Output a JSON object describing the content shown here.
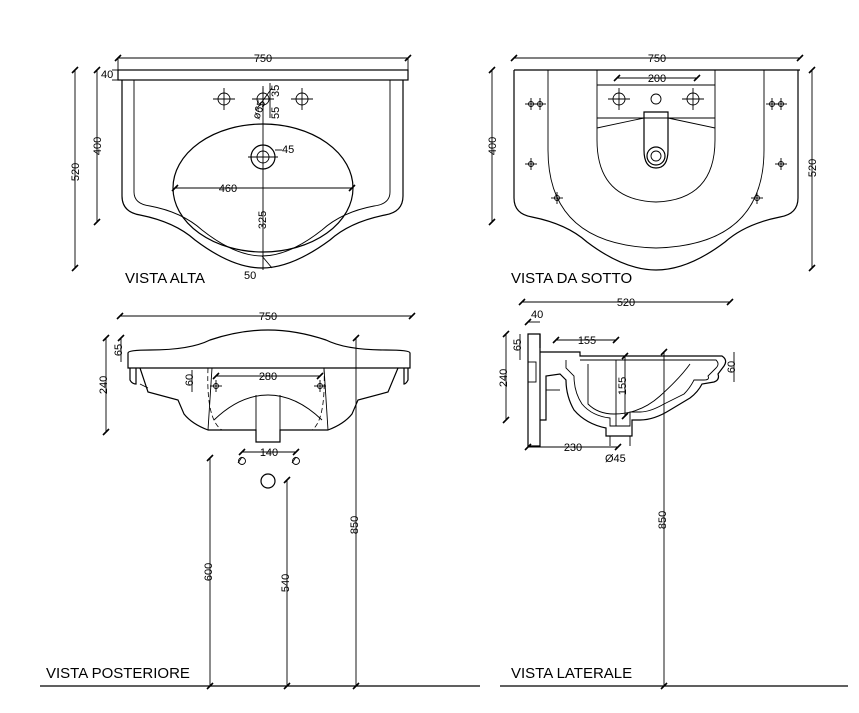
{
  "views": {
    "top": {
      "title": "VISTA ALTA"
    },
    "under": {
      "title": "VISTA DA SOTTO"
    },
    "rear": {
      "title": "VISTA POSTERIORE"
    },
    "side": {
      "title": "VISTA LATERALE"
    }
  },
  "dims": {
    "top_width": "750",
    "top_lip": "40",
    "top_depth_outer": "520",
    "top_depth_inner": "400",
    "top_tap_d": "ø65",
    "top_tap_a": "55",
    "top_tap_b": "35",
    "top_drain": "45",
    "top_bowl_w": "460",
    "top_bowl_d": "325",
    "top_front": "50",
    "under_width": "750",
    "under_inner": "200",
    "under_depth_l": "400",
    "under_depth_r": "520",
    "rear_width": "750",
    "rear_lip": "65",
    "rear_height": "240",
    "rear_hole": "60",
    "rear_fix": "280",
    "rear_pipe": "140",
    "rear_h600": "600",
    "rear_h540": "540",
    "rear_h850": "850",
    "side_depth": "520",
    "side_lip": "40",
    "side_155a": "155",
    "side_65": "65",
    "side_240": "240",
    "side_155b": "155",
    "side_60": "60",
    "side_230": "230",
    "side_drain": "Ø45",
    "side_850": "850"
  }
}
